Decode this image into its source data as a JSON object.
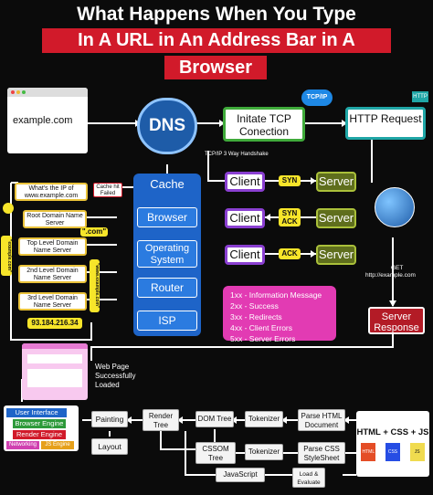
{
  "title": {
    "line1": "What Happens When You Type",
    "line2": "In A URL in An Address Bar in A",
    "line3": "Browser"
  },
  "address_bar": {
    "url": "example.com"
  },
  "dns": {
    "label": "DNS"
  },
  "tcp": {
    "label": "Initate TCP Conection",
    "badge": "TCP/IP",
    "handshake_note": "TCP/IP 3 Way Handshake"
  },
  "http": {
    "label": "HTTP Request",
    "badge": "HTTP",
    "get_note_line1": "GET",
    "get_note_line2": "http://example.com"
  },
  "cache_hit": {
    "label": "Cache hit Failed"
  },
  "lookup": {
    "question": "What's the IP of www.example.com",
    "root": "Root Domain Name Server",
    "root_answer": "\".com\"",
    "tld": "Top Level Domain Name Server",
    "tld_answer": "\"example.com\"",
    "second": "2nd Level Domain Name Server",
    "second_answer": "\"www.example.com\"",
    "third": "3rd Level Domain Name Server",
    "ip": "93.184.216.34"
  },
  "cache_stack": [
    "Cache",
    "Browser",
    "Operating System",
    "Router",
    "ISP"
  ],
  "handshake": [
    {
      "client": "Client",
      "msg": "SYN",
      "server": "Server"
    },
    {
      "client": "Client",
      "msg": "SYN ACK",
      "server": "Server"
    },
    {
      "client": "Client",
      "msg": "ACK",
      "server": "Server"
    }
  ],
  "status_codes": [
    "1xx - Information Message",
    "2xx - Success",
    "3xx - Redirects",
    "4xx - Client Errors",
    "5xx - Server Errors"
  ],
  "server_response": "Server Response",
  "web_page_note": "Web Page Successfully Loaded",
  "browser_engine": [
    "User Interface",
    "Browser Engine",
    "Render Engine",
    "Networking",
    "JS Engine"
  ],
  "files": {
    "title": "HTML + CSS + JS",
    "html": "HTML",
    "css": "CSS",
    "js": "JS"
  },
  "pipeline": {
    "painting": "Painting",
    "layout": "Layout",
    "render_tree": "Render Tree",
    "dom_tree": "DOM Tree",
    "tokenizer1": "Tokenizer",
    "parse_html": "Parse HTML Document",
    "cssom_tree": "CSSOM Tree",
    "tokenizer2": "Tokenizer",
    "parse_css": "Parse CSS StyleSheet",
    "javascript": "JavaScript",
    "load_eval": "Load & Evaluate"
  },
  "colors": {
    "accent_red": "#d11a2a",
    "blue": "#1e64c8",
    "green": "#3faa3a",
    "teal": "#1fa6a6",
    "purple": "#8a3fd1",
    "olive": "#5f6e1d",
    "magenta": "#e23bb3",
    "yellow": "#f7e52a"
  }
}
